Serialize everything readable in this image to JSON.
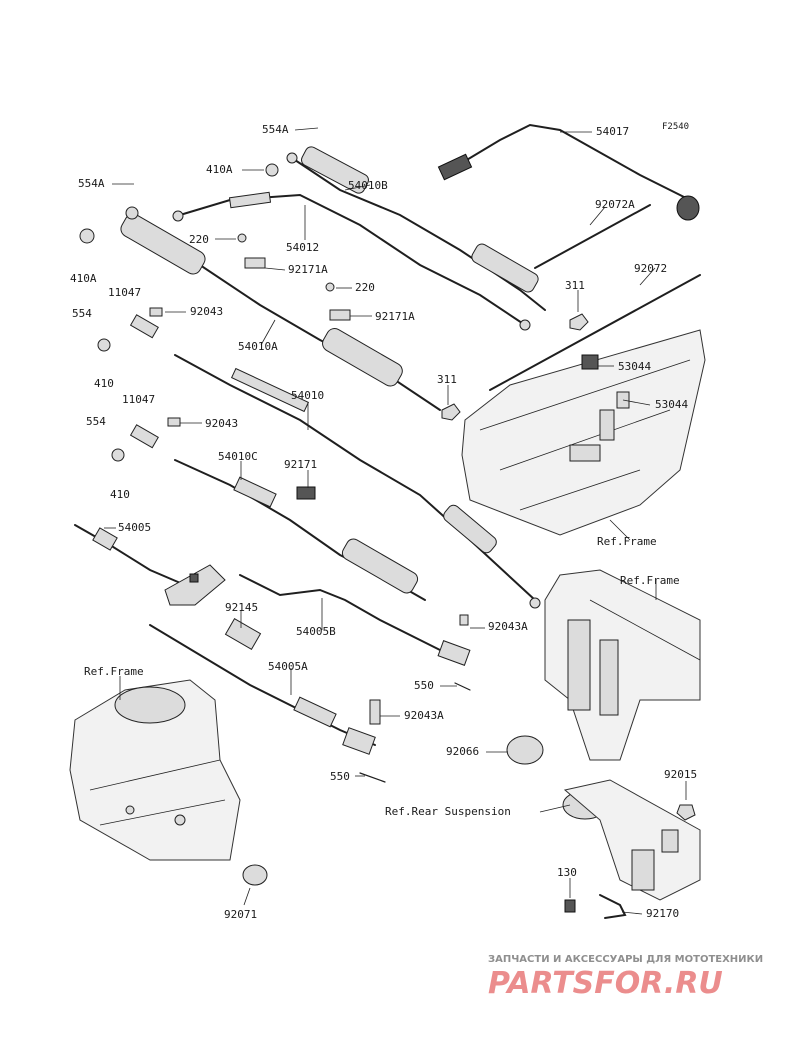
{
  "figure_code": "F2540",
  "parts": [
    {
      "id": "p-554a-top",
      "label": "554A"
    },
    {
      "id": "p-54017",
      "label": "54017"
    },
    {
      "id": "p-410a-top",
      "label": "410A"
    },
    {
      "id": "p-54010b",
      "label": "54010B"
    },
    {
      "id": "p-554a-left",
      "label": "554A"
    },
    {
      "id": "p-92072a",
      "label": "92072A"
    },
    {
      "id": "p-410a-left",
      "label": "410A"
    },
    {
      "id": "p-220-a",
      "label": "220"
    },
    {
      "id": "p-54012",
      "label": "54012"
    },
    {
      "id": "p-92171a-a",
      "label": "92171A"
    },
    {
      "id": "p-92072",
      "label": "92072"
    },
    {
      "id": "p-11047-a",
      "label": "11047"
    },
    {
      "id": "p-220-b",
      "label": "220"
    },
    {
      "id": "p-311-a",
      "label": "311"
    },
    {
      "id": "p-554-a",
      "label": "554"
    },
    {
      "id": "p-92043-a",
      "label": "92043"
    },
    {
      "id": "p-92171a-b",
      "label": "92171A"
    },
    {
      "id": "p-54010a",
      "label": "54010A"
    },
    {
      "id": "p-410-a",
      "label": "410"
    },
    {
      "id": "p-53044-a",
      "label": "53044"
    },
    {
      "id": "p-311-b",
      "label": "311"
    },
    {
      "id": "p-53044-b",
      "label": "53044"
    },
    {
      "id": "p-11047-b",
      "label": "11047"
    },
    {
      "id": "p-54010",
      "label": "54010"
    },
    {
      "id": "p-554-b",
      "label": "554"
    },
    {
      "id": "p-92043-b",
      "label": "92043"
    },
    {
      "id": "p-54010c",
      "label": "54010C"
    },
    {
      "id": "p-92171",
      "label": "92171"
    },
    {
      "id": "p-410-b",
      "label": "410"
    },
    {
      "id": "p-54005",
      "label": "54005"
    },
    {
      "id": "p-92145",
      "label": "92145"
    },
    {
      "id": "p-54005b",
      "label": "54005B"
    },
    {
      "id": "p-92043a-a",
      "label": "92043A"
    },
    {
      "id": "p-54005a",
      "label": "54005A"
    },
    {
      "id": "p-550-a",
      "label": "550"
    },
    {
      "id": "p-92043a-b",
      "label": "92043A"
    },
    {
      "id": "p-92066",
      "label": "92066"
    },
    {
      "id": "p-550-b",
      "label": "550"
    },
    {
      "id": "p-92015",
      "label": "92015"
    },
    {
      "id": "p-130",
      "label": "130"
    },
    {
      "id": "p-92170",
      "label": "92170"
    },
    {
      "id": "p-92071",
      "label": "92071"
    }
  ],
  "references": {
    "frame_right_lower": "Ref.Frame",
    "frame_right_upper": "Ref.Frame",
    "frame_left": "Ref.Frame",
    "rear_suspension": "Ref.Rear Suspension"
  },
  "watermark": {
    "tagline": "ЗАПЧАСТИ И АКСЕССУАРЫ ДЛЯ МОТОТЕХНИКИ",
    "brand": "PARTSFOR.RU"
  }
}
